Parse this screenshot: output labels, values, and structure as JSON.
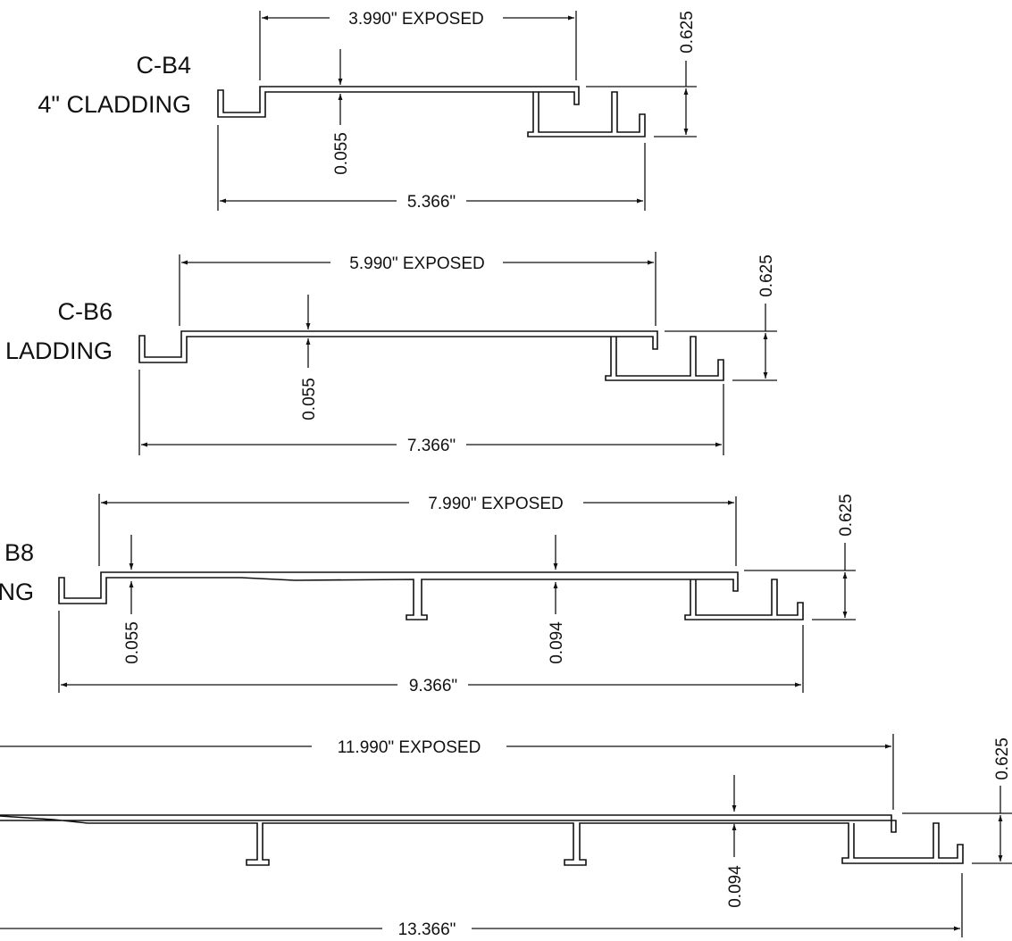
{
  "profiles": [
    {
      "label_code": "C-B4",
      "label_name": "4\" CLADDING",
      "exposed": "3.990\" EXPOSED",
      "overall": "5.366\"",
      "height": "0.625",
      "thickness": "0.055"
    },
    {
      "label_code": "C-B6",
      "label_name": "LADDING",
      "exposed": "5.990\" EXPOSED",
      "overall": "7.366\"",
      "height": "0.625",
      "thickness": "0.055"
    },
    {
      "label_code": "B8",
      "label_name": "NG",
      "exposed": "7.990\" EXPOSED",
      "overall": "9.366\"",
      "height": "0.625",
      "thickness": "0.055",
      "web_thickness": "0.094"
    },
    {
      "exposed": "11.990\" EXPOSED",
      "overall": "13.366\"",
      "height": "0.625",
      "web_thickness": "0.094"
    }
  ]
}
